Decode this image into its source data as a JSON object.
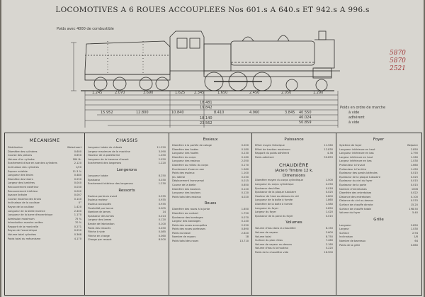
{
  "title": "LOCOMOTIVES A 6 ROUES ACCOUPLEES Nos 601.s A 640.s ET 942.s A 996.s",
  "drawing": {
    "caption_left": "Poids avec 4000 de combustible",
    "dimensions_bottom": [
      "1.245",
      "2.070",
      "3.690",
      "1.625",
      "2.345",
      "1.650",
      "2.450",
      "2.050",
      "1.290"
    ],
    "dimensions_lower": [
      "15.952",
      "12.800",
      "10.840",
      "8.410",
      "4.960",
      "3.845"
    ],
    "total_lengths": [
      "18.481",
      "19.842",
      "18.140",
      "23.562"
    ],
    "weights_label": "Poids en ordre de marche",
    "weights": [
      "40.550",
      "46.024",
      "50.859"
    ],
    "weight_notes": [
      "à vide",
      "adhérent",
      "à vide"
    ],
    "handwriting": "5870 5870 2521"
  },
  "tables": {
    "mecanisme": {
      "title": "MÉCANISME",
      "rows": [
        [
          "Distribution",
          "Walschaert"
        ],
        [
          "Diamètre des cylindres",
          "0.600"
        ],
        [
          "Course des pistons",
          "0.650"
        ],
        [
          "Volume d'un cylindre",
          "184 lit."
        ],
        [
          "Écartement d'axe en axe des cylindres",
          "2.120"
        ],
        [
          "Inclinaison des cylindres",
          "1/20"
        ],
        [
          "Espace nuisible",
          "11.3 %"
        ],
        [
          "Longueur des tiroirs",
          "0.480"
        ],
        [
          "Diamètre des tiroirs",
          "0.250"
        ],
        [
          "Largeur des lumières",
          "0.040"
        ],
        [
          "Recouvrement extérieur",
          "0.030"
        ],
        [
          "Recouvrement intérieur",
          "0.002"
        ],
        [
          "Avance linéaire",
          "0.007"
        ],
        [
          "Course maxima des tiroirs",
          "0.140"
        ],
        [
          "Inclinaison de la coulisse",
          "0°"
        ],
        [
          "Rayon de la coulisse",
          "1.420"
        ],
        [
          "Longueur de la bielle motrice",
          "2.400"
        ],
        [
          "Longueur de la barre d'excentrique",
          "1.170"
        ],
        [
          "Admission maximum",
          "75 %"
        ],
        [
          "Introduction marche arrière",
          "70 %"
        ],
        [
          "Rapport de la manivelle",
          "0.271"
        ],
        [
          "Rayon de l'excentrique",
          "0.250"
        ],
        [
          "Volume total cylindres",
          "0.368"
        ],
        [
          "Poids total du mécanisme",
          "4.170"
        ]
      ]
    },
    "chassis": {
      "title": "CHASSIS",
      "rows": [
        [
          "Longueur totale du châssis",
          "11.220"
        ],
        [
          "Largeur maximum de la machine",
          "3.090"
        ],
        [
          "Hauteur de la plateforme",
          "1.450"
        ],
        [
          "Longueur de la traverse d'avant",
          "2.920"
        ],
        [
          "Écartement des longerons",
          "1.220"
        ]
      ],
      "longerons_title": "Longerons",
      "longerons_rows": [
        [
          "Longueur totale",
          "8.250"
        ],
        [
          "Épaisseur",
          "0.030"
        ],
        [
          "Écartement intérieur des longerons",
          "1.230"
        ]
      ],
      "ressorts_title": "Ressorts",
      "ressorts_rows": [
        [
          "Essieux porteurs avant",
          "0.935"
        ],
        [
          "Essieux moteur",
          "0.935"
        ],
        [
          "Essieux accouplés",
          "0.935"
        ],
        [
          "Flexibilité par tonne",
          "0.005"
        ],
        [
          "Nombre de lames",
          "14"
        ],
        [
          "Épaisseur des lames",
          "0.013"
        ],
        [
          "Largeur des lames",
          "0.120"
        ],
        [
          "Bande de fabrication",
          "0.100"
        ],
        [
          "Poids des ressorts",
          "0.450"
        ],
        [
          "Flèche à vide",
          "0.085"
        ],
        [
          "Flèche en charge",
          "0.060"
        ],
        [
          "Charge par ressort",
          "8.500"
        ]
      ]
    },
    "essieux": {
      "title": "Essieux",
      "rows": [
        [
          "Diamètre à la portée de calage",
          "0.200"
        ],
        [
          "Diamètre des fusées",
          "0.180"
        ],
        [
          "Longueur des fusées",
          "0.230"
        ],
        [
          "Diamètre du corps",
          "0.160"
        ],
        [
          "Longueur des essieux",
          "2.050"
        ],
        [
          "Diamètre au milieu du corps",
          "0.170"
        ],
        [
          "Écartement d'axe en axe",
          "1.960"
        ],
        [
          "Poids des essieux",
          "1.100"
        ],
        [
          "Jeu latéral",
          "0.030"
        ],
        [
          "Déplacement transversal",
          "0.015"
        ],
        [
          "Course de la bielle",
          "0.650"
        ],
        [
          "Diamètre des boutons",
          "0.120"
        ],
        [
          "Longueur des boutons",
          "0.120"
        ],
        [
          "Poids total des essieux",
          "4.020"
        ]
      ],
      "roues_title": "Roues",
      "roues_rows": [
        [
          "Diamètre des roues à la jante",
          "1.650"
        ],
        [
          "Diamètre au contact",
          "1.750"
        ],
        [
          "Épaisseur des bandages",
          "0.070"
        ],
        [
          "Largeur des bandages",
          "0.140"
        ],
        [
          "Poids des roues accouplées",
          "2.250"
        ],
        [
          "Poids des roues porteuses",
          "0.890"
        ],
        [
          "Poids du bissel",
          "2.620"
        ],
        [
          "Nombre de rayons",
          "18"
        ],
        [
          "Poids total des roues",
          "13.710"
        ]
      ]
    },
    "puissance": {
      "title": "Puissance",
      "rows": [
        [
          "Effort moyen théorique",
          "11.560"
        ],
        [
          "Effort de traction maximum",
          "12.830"
        ],
        [
          "Rapport du poids adhérent",
          "4.36"
        ],
        [
          "Poids adhérent",
          "50.859"
        ]
      ],
      "chaudiere_title": "CHAUDIÈRE",
      "chaudiere_sub": "(Acier) Timbre 12 k.",
      "dimensions_title": "Dimensions",
      "dimensions_rows": [
        [
          "Diamètre moyen du corps cylindrique",
          "1.500"
        ],
        [
          "Longueur du corps cylindrique",
          "4.250"
        ],
        [
          "Épaisseur des tôles",
          "0.018"
        ],
        [
          "Épaisseur de la plaque tubulaire",
          "0.025"
        ],
        [
          "Hauteur de l'axe au-dessus du rail",
          "2.800"
        ],
        [
          "Longueur de la boîte à fumée",
          "1.860"
        ],
        [
          "Diamètre de la boîte à fumée",
          "1.580"
        ],
        [
          "Longueur du foyer",
          "2.850"
        ],
        [
          "Largeur du foyer",
          "1.420"
        ],
        [
          "Épaisseur de la paroi du foyer",
          "0.015"
        ]
      ],
      "volumes_title": "Volumes",
      "volumes_rows": [
        [
          "Volume d'eau dans la chaudière",
          "6.150"
        ],
        [
          "Volume de vapeur",
          "2.600"
        ],
        [
          "Volume total",
          "8.750"
        ],
        [
          "Surface du plan d'eau",
          "7.460"
        ],
        [
          "Volume de vapeur au-dessus",
          "2.180"
        ],
        [
          "Volume d'eau à la hauteur",
          "5.220"
        ],
        [
          "Poids de la chaudière vide",
          "16.900"
        ]
      ]
    },
    "foyer": {
      "title": "Foyer",
      "rows": [
        [
          "Système de foyer",
          "Belpaire"
        ],
        [
          "Longueur intérieure en haut",
          "2.850"
        ],
        [
          "Longueur intérieure en bas",
          "2.790"
        ],
        [
          "Largeur intérieure en haut",
          "1.260"
        ],
        [
          "Largeur intérieure en bas",
          "1.030"
        ],
        [
          "Profondeur à l'avant",
          "1.660"
        ],
        [
          "Profondeur à l'arrière",
          "1.450"
        ],
        [
          "Épaisseur des parois latérales",
          "0.015"
        ],
        [
          "Épaisseur de la plaque tubulaire",
          "0.025"
        ],
        [
          "Épaisseur du ciel du foyer",
          "0.015"
        ],
        [
          "Épaisseur de la porte",
          "0.015"
        ],
        [
          "Nombre d'entretoises",
          "1006"
        ],
        [
          "Diamètre des entretoises",
          "0.022"
        ],
        [
          "Distance des entretoises",
          "0.100"
        ],
        [
          "Distance du ciel au-dessus",
          "0.570"
        ],
        [
          "Surface de chauffe directe",
          "15.20"
        ],
        [
          "Surface de chauffe totale",
          "198.50"
        ],
        [
          "Volume du foyer",
          "5.40"
        ]
      ],
      "grille_title": "Grille",
      "grille_rows": [
        [
          "Longueur",
          "2.850"
        ],
        [
          "Largeur",
          "1.030"
        ],
        [
          "Surface",
          "2.94"
        ],
        [
          "Inclinaison",
          "1/8"
        ],
        [
          "Nombre de barreaux",
          "64"
        ],
        [
          "Poids de la grille",
          "0.660"
        ]
      ]
    }
  }
}
